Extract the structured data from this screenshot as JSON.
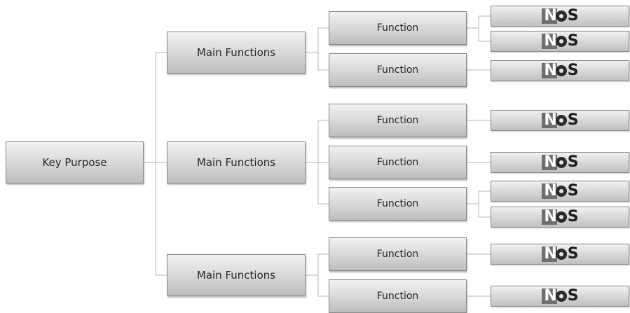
{
  "root": {
    "label": "Key Purpose"
  },
  "main_functions": [
    {
      "label": "Main Functions",
      "functions": [
        {
          "label": "Function",
          "nos": [
            "NOS",
            "NOS"
          ]
        },
        {
          "label": "Function",
          "nos": [
            "NOS"
          ]
        }
      ]
    },
    {
      "label": "Main Functions",
      "functions": [
        {
          "label": "Function",
          "nos": [
            "NOS"
          ]
        },
        {
          "label": "Function",
          "nos": [
            "NOS"
          ]
        },
        {
          "label": "Function",
          "nos": [
            "NOS",
            "NOS"
          ]
        }
      ]
    },
    {
      "label": "Main Functions",
      "functions": [
        {
          "label": "Function",
          "nos": [
            "NOS"
          ]
        },
        {
          "label": "Function",
          "nos": [
            "NOS"
          ]
        }
      ]
    }
  ],
  "nos_logo_parts": [
    "N",
    "O",
    "S"
  ],
  "colors": {
    "line": "#b3b3b3",
    "box_border": "#8a8a8a",
    "text": "#262626"
  }
}
